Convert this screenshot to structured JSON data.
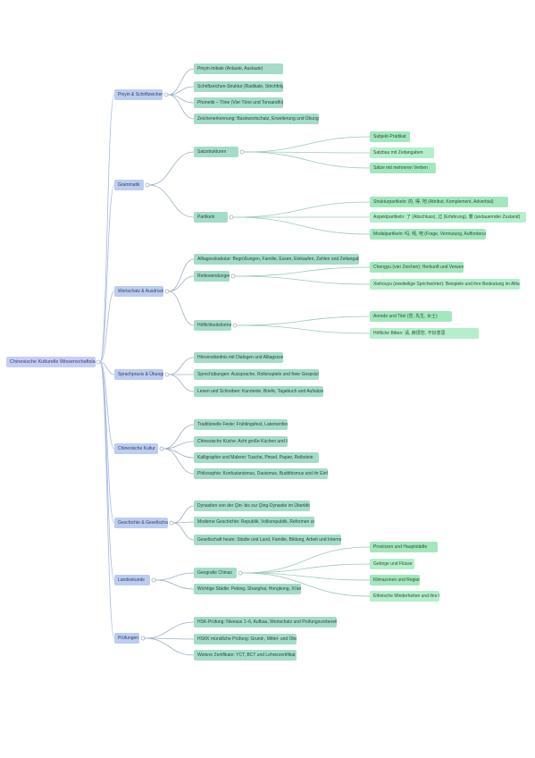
{
  "map": {
    "root": "Chinesische Kulturelle Wissenschaftslandkarte",
    "branches": [
      {
        "label": "Pinyin & Schriftzeichen",
        "children": [
          {
            "label": "Pinyin-Initiale (Anlaute, Auslaute)"
          },
          {
            "label": "Schriftzeichen-Struktur (Radikale, Strichfolge)"
          },
          {
            "label": "Phonetik – Töne (Vier Töne und Tonsandhi)"
          },
          {
            "label": "Zeichenerkennung: Basiswortschatz, Erweiterung und Übungen"
          }
        ]
      },
      {
        "label": "Grammatik",
        "children": [
          {
            "label": "Satzstrukturen",
            "children": [
              {
                "label": "Subjekt-Prädikat"
              },
              {
                "label": "Satzbau mit Zeitangaben"
              },
              {
                "label": "Sätze mit mehreren Verben"
              }
            ]
          },
          {
            "label": "Partikeln",
            "children": [
              {
                "label": "Strukturpartikeln: 的, 得, 地 (Attribut, Komplement, Adverbial)"
              },
              {
                "label": "Aspektpartikeln: 了 (Abschluss), 过 (Erfahrung), 着 (andauernder Zustand)"
              },
              {
                "label": "Modalpartikeln: 吗, 呢, 吧 (Frage, Vermutung, Aufforderung)"
              }
            ]
          }
        ]
      },
      {
        "label": "Wortschatz & Ausdrücke",
        "children": [
          {
            "label": "Alltagsvokabular: Begrüßungen, Familie, Essen, Einkaufen, Zahlen und Zeitangaben"
          },
          {
            "label": "Redewendungen",
            "children": [
              {
                "label": "Chengyu (vier Zeichen): Herkunft und Verwendung"
              },
              {
                "label": "Xiehouyu (zweiteilige Sprichwörter): Beispiele und ihre Bedeutung im Alltag"
              }
            ]
          },
          {
            "label": "Höflichkeitsformen",
            "children": [
              {
                "label": "Anrede und Titel (您, 先生, 女士)"
              },
              {
                "label": "Höfliche Bitten: 请, 麻烦您, 不好意思"
              }
            ]
          }
        ]
      },
      {
        "label": "Sprachpraxis & Übungen",
        "children": [
          {
            "label": "Hörverständnis mit Dialogen und Alltagsszenen"
          },
          {
            "label": "Sprechübungen: Aussprache, Rollenspiele und freie Gespräche"
          },
          {
            "label": "Lesen und Schreiben: Kurztexte, Briefe, Tagebuch und Aufsätze"
          }
        ]
      },
      {
        "label": "Chinesische Kultur",
        "children": [
          {
            "label": "Traditionelle Feste: Frühlingsfest, Laternenfest, Mondfest"
          },
          {
            "label": "Chinesische Küche: Acht große Küchen und ihre Spezialitäten"
          },
          {
            "label": "Kalligraphie und Malerei: Tusche, Pinsel, Papier, Reibstein"
          },
          {
            "label": "Philosophie: Konfuzianismus, Daoismus, Buddhismus und ihr Einfluss heute"
          }
        ]
      },
      {
        "label": "Geschichte & Gesellschaft",
        "children": [
          {
            "label": "Dynastien von der Qin- bis zur Qing-Dynastie im Überblick"
          },
          {
            "label": "Moderne Geschichte: Republik, Volksrepublik, Reformen und Öffnung"
          },
          {
            "label": "Gesellschaft heute: Städte und Land, Familie, Bildung, Arbeit und Internet"
          }
        ]
      },
      {
        "label": "Landeskunde",
        "children": [
          {
            "label": "Geografie Chinas",
            "children": [
              {
                "label": "Provinzen und Hauptstädte"
              },
              {
                "label": "Gebirge und Flüsse"
              },
              {
                "label": "Klimazonen und Regionen"
              },
              {
                "label": "Ethnische Minderheiten und ihre Kulturen"
              }
            ]
          },
          {
            "label": "Wichtige Städte: Peking, Shanghai, Hongkong, Xi'an, Kanton"
          }
        ]
      },
      {
        "label": "Prüfungen",
        "children": [
          {
            "label": "HSK-Prüfung: Niveaus 1–6, Aufbau, Wortschatz und Prüfungsvorbereitung"
          },
          {
            "label": "HSKK mündliche Prüfung: Grund-, Mittel- und Oberstufe"
          },
          {
            "label": "Weitere Zertifikate: YCT, BCT und Lehrerzertifikat"
          }
        ]
      }
    ]
  },
  "colors": {
    "root": "#c7cdf4",
    "level1": "#bccdf0",
    "level2": "#a5dcc9",
    "level3": "#b5eecb",
    "edge": "#9fb0c5"
  }
}
